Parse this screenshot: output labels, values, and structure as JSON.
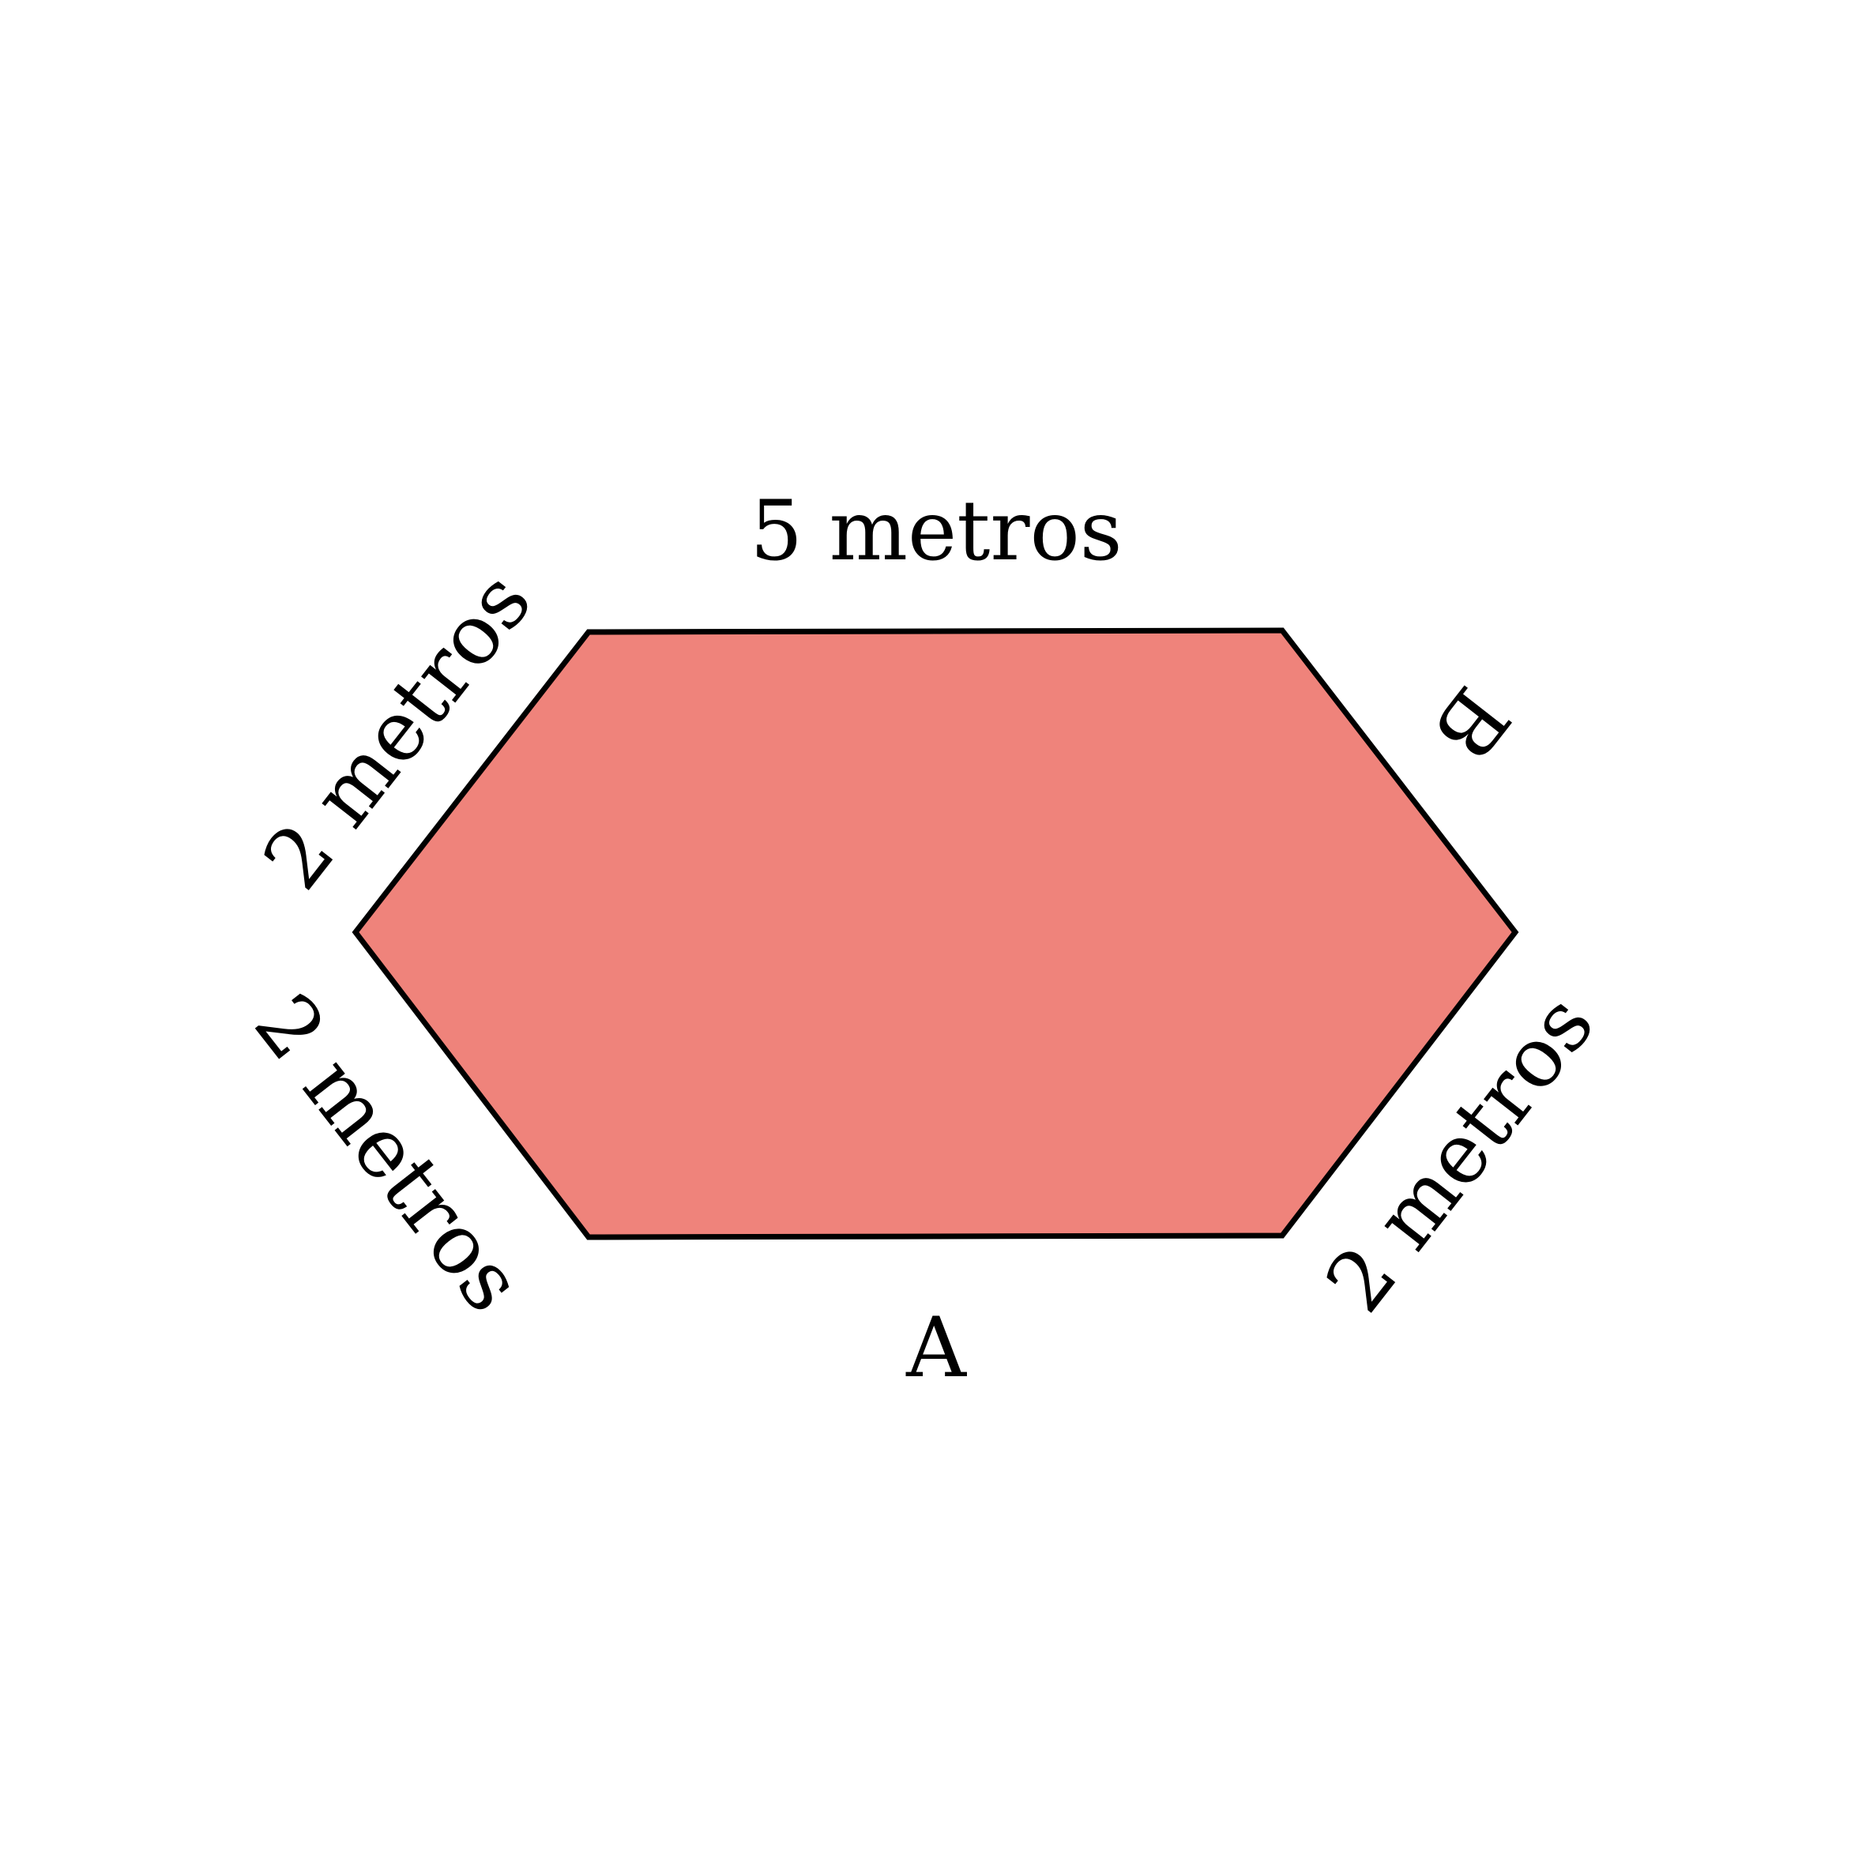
{
  "colors": {
    "fill": "#ef837b",
    "stroke": "#000000",
    "background": "#ffffff"
  },
  "labels": {
    "top": "5 metros",
    "upper_left": "2 metros",
    "lower_left": "2 metros",
    "lower_right": "2 metros",
    "upper_right": "B",
    "bottom": "A"
  }
}
